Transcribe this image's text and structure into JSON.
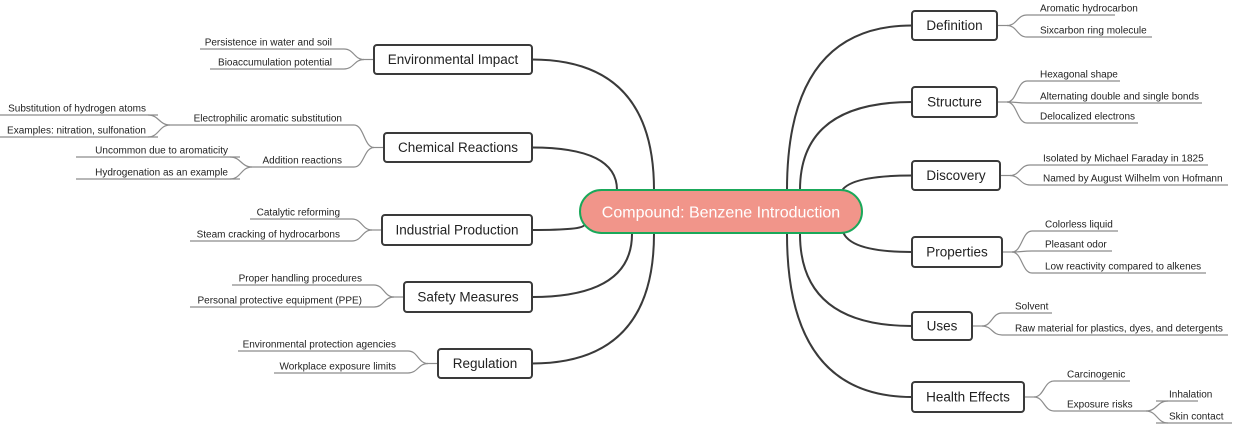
{
  "root": {
    "label": "Compound: Benzene Introduction",
    "fill_color": "#f1958a",
    "border_color": "#1aa85a"
  },
  "right_branches": [
    {
      "label": "Definition",
      "children": [
        {
          "label": "Aromatic hydrocarbon"
        },
        {
          "label": "Sixcarbon ring molecule"
        }
      ]
    },
    {
      "label": "Structure",
      "children": [
        {
          "label": "Hexagonal shape"
        },
        {
          "label": "Alternating double and single bonds"
        },
        {
          "label": "Delocalized electrons"
        }
      ]
    },
    {
      "label": "Discovery",
      "children": [
        {
          "label": "Isolated by Michael Faraday in 1825"
        },
        {
          "label": "Named by August Wilhelm von Hofmann"
        }
      ]
    },
    {
      "label": "Properties",
      "children": [
        {
          "label": "Colorless liquid"
        },
        {
          "label": "Pleasant odor"
        },
        {
          "label": "Low reactivity compared to alkenes"
        }
      ]
    },
    {
      "label": "Uses",
      "children": [
        {
          "label": "Solvent"
        },
        {
          "label": "Raw material for plastics, dyes, and detergents"
        }
      ]
    },
    {
      "label": "Health Effects",
      "children": [
        {
          "label": "Carcinogenic"
        },
        {
          "label": "Exposure risks",
          "children": [
            {
              "label": "Inhalation"
            },
            {
              "label": "Skin contact"
            }
          ]
        }
      ]
    }
  ],
  "left_branches": [
    {
      "label": "Environmental Impact",
      "children": [
        {
          "label": "Persistence in water and soil"
        },
        {
          "label": "Bioaccumulation potential"
        }
      ]
    },
    {
      "label": "Chemical Reactions",
      "children": [
        {
          "label": "Electrophilic aromatic substitution",
          "children": [
            {
              "label": "Substitution of hydrogen atoms"
            },
            {
              "label": "Examples: nitration, sulfonation"
            }
          ]
        },
        {
          "label": "Addition reactions",
          "children": [
            {
              "label": "Uncommon due to aromaticity"
            },
            {
              "label": "Hydrogenation as an example"
            }
          ]
        }
      ]
    },
    {
      "label": "Industrial Production",
      "children": [
        {
          "label": "Catalytic reforming"
        },
        {
          "label": "Steam cracking of hydrocarbons"
        }
      ]
    },
    {
      "label": "Safety Measures",
      "children": [
        {
          "label": "Proper handling procedures"
        },
        {
          "label": "Personal protective equipment (PPE)"
        }
      ]
    },
    {
      "label": "Regulation",
      "children": [
        {
          "label": "Environmental protection agencies"
        },
        {
          "label": "Workplace exposure limits"
        }
      ]
    }
  ]
}
